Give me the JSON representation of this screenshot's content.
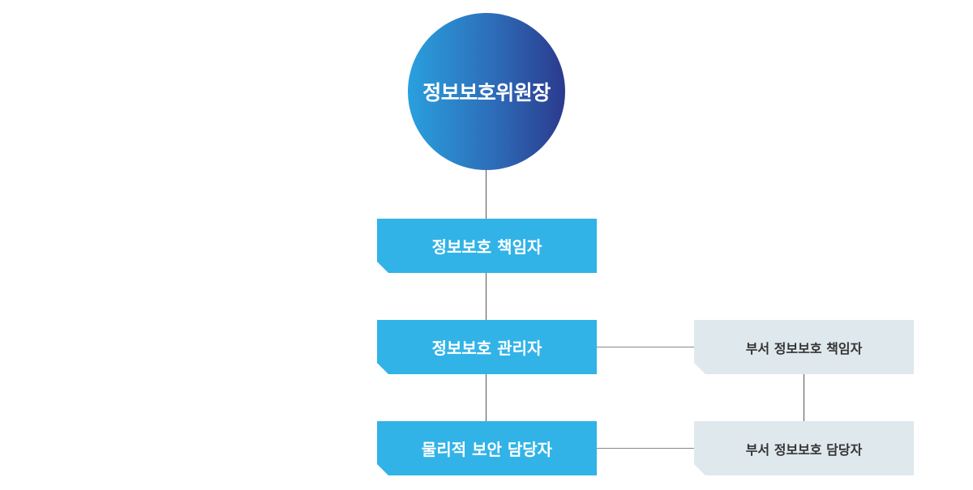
{
  "diagram": {
    "top": "정보보호위원장",
    "main_boxes": [
      "정보보호 책임자",
      "정보보호 관리자",
      "물리적 보안 담당자"
    ],
    "side_boxes": [
      "부서 정보보호 책임자",
      "부서 정보보호 담당자"
    ]
  },
  "colors": {
    "circle_gradient_start": "#2aa0de",
    "circle_gradient_end": "#2b3a8d",
    "primary_box": "#31b3e8",
    "secondary_box": "#dfe8ed",
    "connector": "#555555"
  }
}
